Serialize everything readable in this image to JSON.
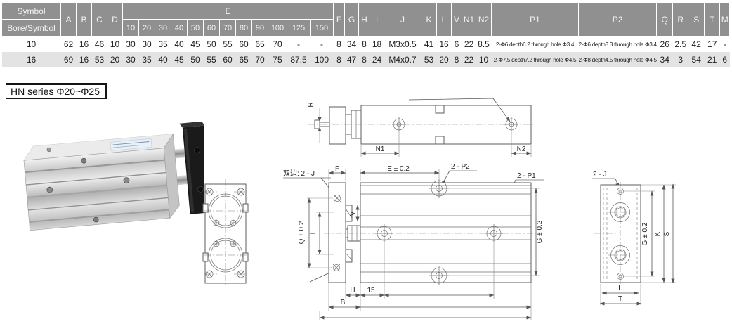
{
  "table": {
    "corner_top": "Symbol",
    "corner_bottom": "Bore/Symbol",
    "simple_cols_before": [
      "A",
      "B",
      "C",
      "D"
    ],
    "e_group": {
      "label": "E",
      "subcols": [
        "10",
        "20",
        "30",
        "40",
        "50",
        "60",
        "70",
        "80",
        "90",
        "100",
        "125",
        "150"
      ]
    },
    "simple_cols_after": [
      "F",
      "G",
      "H",
      "I",
      "J",
      "K",
      "L",
      "V",
      "N1",
      "N2",
      "P1",
      "P2",
      "Q",
      "R",
      "S",
      "T",
      "M"
    ],
    "rows": [
      {
        "bore": "10",
        "before": [
          "62",
          "16",
          "46",
          "10"
        ],
        "e": [
          "30",
          "30",
          "35",
          "40",
          "45",
          "50",
          "55",
          "60",
          "65",
          "70",
          "-",
          "-"
        ],
        "after": [
          "8",
          "34",
          "8",
          "18",
          "M3x0.5",
          "41",
          "16",
          "6",
          "22",
          "8.5",
          "2-Φ6 depth6.2 through hole Φ3.4",
          "2-Φ6 depth3.3 through hole Φ3.4",
          "26",
          "2.5",
          "42",
          "17",
          "-"
        ]
      },
      {
        "bore": "16",
        "before": [
          "69",
          "16",
          "53",
          "20"
        ],
        "e": [
          "30",
          "35",
          "40",
          "45",
          "50",
          "55",
          "60",
          "65",
          "70",
          "75",
          "87.5",
          "100"
        ],
        "after": [
          "8",
          "47",
          "8",
          "24",
          "M4x0.7",
          "53",
          "20",
          "8",
          "22",
          "10",
          "2-Φ7.5 depth7.2 through hole Φ4.5",
          "2-Φ8 depth4.5 through hole Φ4.5",
          "34",
          "3",
          "54",
          "21",
          "6"
        ]
      }
    ]
  },
  "series_label": "HN series Φ20~Φ25",
  "drawings": {
    "side_view": {
      "r": "R",
      "n1": "N1",
      "n2": "N2"
    },
    "front_view": {
      "both_sides_note": "双边: 2 - J",
      "f": "F",
      "e_dim": "E ± 0.2",
      "p2_label": "2 - P2",
      "p1_label": "2 - P1",
      "v": "V",
      "i": "I",
      "q_dim": "Q ± 0.2",
      "g_dim": "G ± 0.2",
      "h": "H",
      "fifteen": "15",
      "b": "B"
    },
    "side_plate": {
      "j_label": "2 - J",
      "g_dim": "G ± 0.2",
      "k": "K",
      "s": "S",
      "l": "L",
      "t": "T"
    }
  },
  "colors": {
    "header_bg": "#909090",
    "row_alt_bg": "#e3e3e3",
    "line": "#5e5e5e"
  }
}
